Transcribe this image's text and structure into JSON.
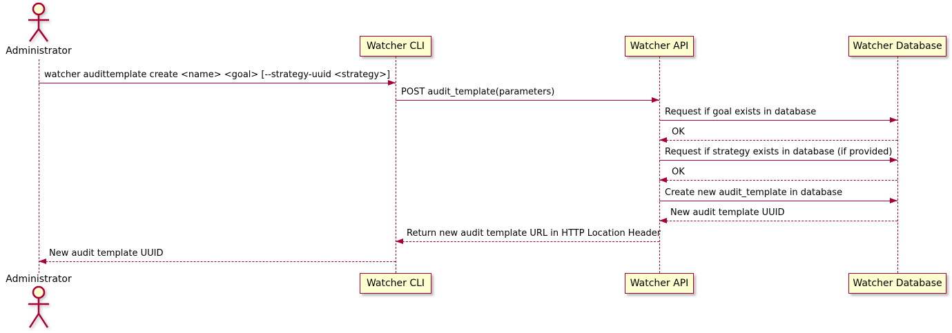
{
  "diagram": {
    "type": "uml-sequence-diagram",
    "accent_color": "#A80036",
    "participant_fill": "#FEFECE",
    "background": "#FFFFFF"
  },
  "actor": {
    "label": "Administrator"
  },
  "participants": [
    {
      "label": "Watcher CLI"
    },
    {
      "label": "Watcher API"
    },
    {
      "label": "Watcher Database"
    }
  ],
  "messages": [
    {
      "from": "Administrator",
      "to": "Watcher CLI",
      "style": "solid",
      "label": "watcher audittemplate create <name> <goal> [--strategy-uuid <strategy>]"
    },
    {
      "from": "Watcher CLI",
      "to": "Watcher API",
      "style": "solid",
      "label": "POST audit_template(parameters)"
    },
    {
      "from": "Watcher API",
      "to": "Watcher Database",
      "style": "solid",
      "label": "Request if goal exists in database"
    },
    {
      "from": "Watcher Database",
      "to": "Watcher API",
      "style": "dashed",
      "label": "OK"
    },
    {
      "from": "Watcher API",
      "to": "Watcher Database",
      "style": "solid",
      "label": "Request if strategy exists in database (if provided)"
    },
    {
      "from": "Watcher Database",
      "to": "Watcher API",
      "style": "dashed",
      "label": "OK"
    },
    {
      "from": "Watcher API",
      "to": "Watcher Database",
      "style": "solid",
      "label": "Create new audit_template in database"
    },
    {
      "from": "Watcher Database",
      "to": "Watcher API",
      "style": "dashed",
      "label": "New audit template UUID"
    },
    {
      "from": "Watcher API",
      "to": "Watcher CLI",
      "style": "dashed",
      "label": "Return new audit template URL in HTTP Location Header"
    },
    {
      "from": "Watcher CLI",
      "to": "Administrator",
      "style": "dashed",
      "label": "New audit template UUID"
    }
  ]
}
